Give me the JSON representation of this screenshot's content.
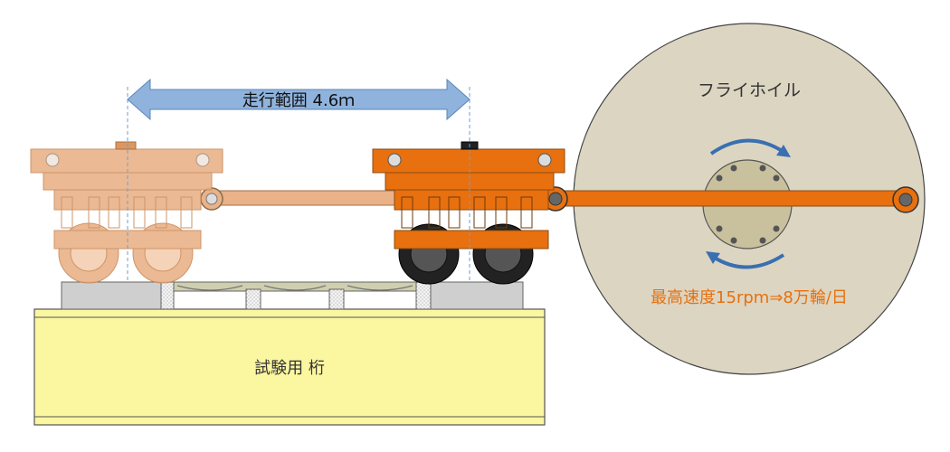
{
  "labels": {
    "travel_range": "走行範囲 4.6ｍ",
    "flywheel": "フライホイル",
    "max_speed": "最高速度15rpm⇒8万輪/日",
    "test_girder": "試験用 桁"
  },
  "colors": {
    "bogie_active": "#e8700e",
    "bogie_ghost": "#e9b288",
    "flywheel_fill": "#dcd5c2",
    "girder_fill": "#fbf6a0",
    "arrow_blue": "#8fb3dc",
    "rotation_arrow": "#3a6fb0",
    "speed_text": "#e8700e"
  }
}
